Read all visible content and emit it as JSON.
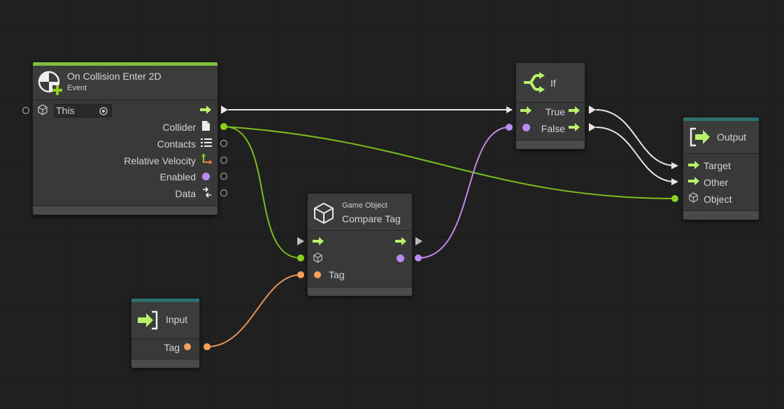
{
  "graph": {
    "collision_node": {
      "title": "On Collision Enter 2D",
      "subtitle": "Event",
      "target_value": "This",
      "outputs": [
        "Collider",
        "Contacts",
        "Relative Velocity",
        "Enabled",
        "Data"
      ],
      "accent_color": "#7cc13a"
    },
    "compare_node": {
      "category": "Game Object",
      "title": "Compare Tag",
      "inputs": [
        "Tag"
      ]
    },
    "if_node": {
      "title": "If",
      "outputs": [
        "True",
        "False"
      ]
    },
    "input_node": {
      "title": "Input",
      "outputs": [
        "Tag"
      ],
      "accent_color": "#2d6f6f"
    },
    "output_node": {
      "title": "Output",
      "inputs": [
        "Target",
        "Other",
        "Object"
      ],
      "accent_color": "#2d6f6f"
    }
  },
  "colors": {
    "control_flow": "#e8e8e8",
    "game_object": "#8bd11d",
    "boolean": "#b98cf0",
    "string": "#f5a05a",
    "arrow_icon": "#b8f26a"
  }
}
